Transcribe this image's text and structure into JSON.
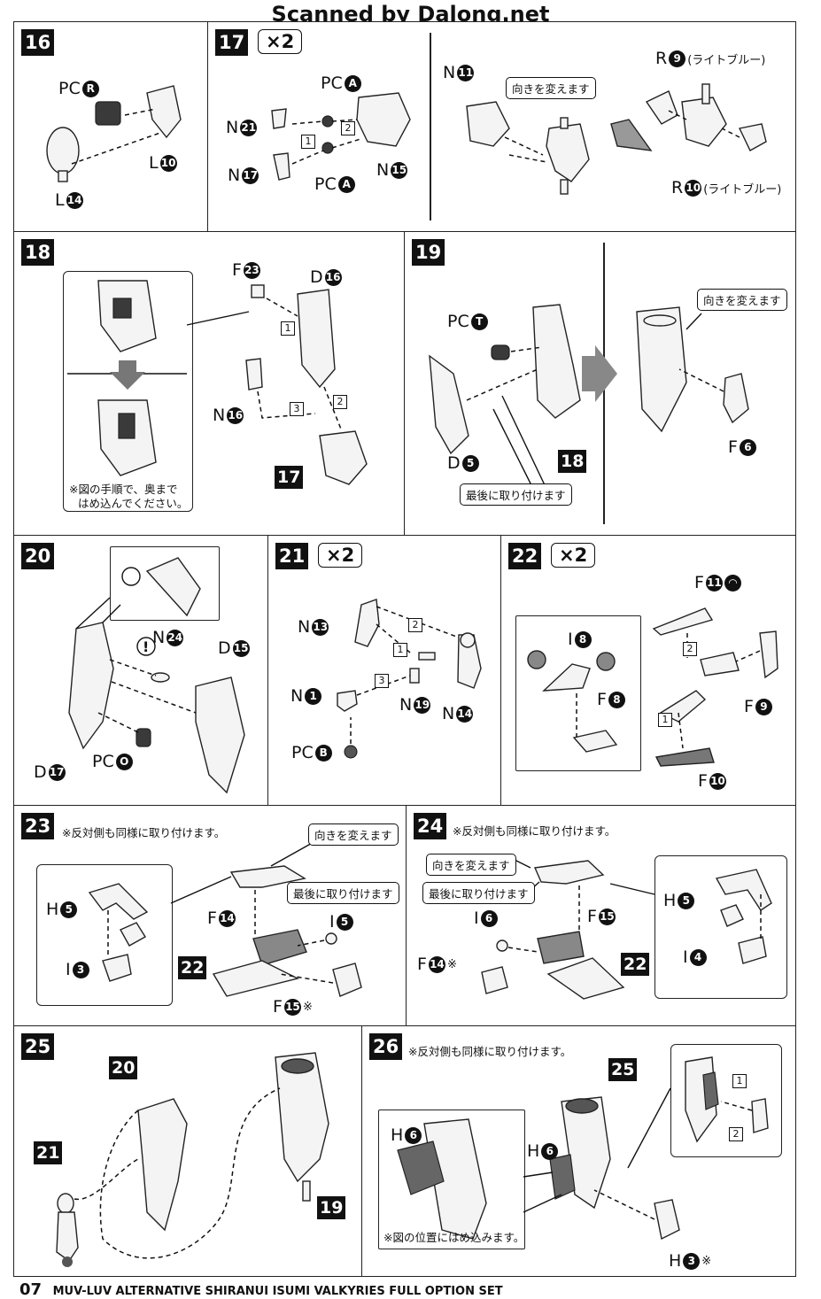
{
  "header": "Scanned by Dalong.net",
  "footer": {
    "page": "07",
    "title": "MUV-LUV ALTERNATIVE SHIRANUI ISUMI VALKYRIES FULL OPTION SET"
  },
  "callouts": {
    "turn": "向きを変えます",
    "last": "最後に取り付けます",
    "same_other": "※反対側も同様に取り付けます。",
    "step18_note_1": "※図の手順で、奥まで",
    "step18_note_2": "はめ込んでください。",
    "step26_note": "※図の位置にはめ込みます。",
    "light_blue": "(ライトブルー)"
  },
  "steps": [
    {
      "no": "16",
      "mult": "",
      "parts": [
        {
          "l": "PC",
          "n": "R"
        },
        {
          "l": "L",
          "n": "10"
        },
        {
          "l": "L",
          "n": "14"
        }
      ]
    },
    {
      "no": "17",
      "mult": "×2",
      "parts": [
        {
          "l": "PC",
          "n": "A"
        },
        {
          "l": "N",
          "n": "21"
        },
        {
          "l": "N",
          "n": "15"
        },
        {
          "l": "N",
          "n": "17"
        },
        {
          "l": "PC",
          "n": "A"
        },
        {
          "l": "N",
          "n": "11"
        },
        {
          "l": "R",
          "n": "9"
        },
        {
          "l": "R",
          "n": "10"
        }
      ]
    },
    {
      "no": "18",
      "mult": "",
      "parts": [
        {
          "l": "F",
          "n": "23"
        },
        {
          "l": "D",
          "n": "16"
        },
        {
          "l": "N",
          "n": "16"
        }
      ]
    },
    {
      "no": "19",
      "mult": "",
      "parts": [
        {
          "l": "PC",
          "n": "T"
        },
        {
          "l": "D",
          "n": "5"
        },
        {
          "l": "F",
          "n": "6"
        }
      ]
    },
    {
      "no": "20",
      "mult": "",
      "parts": [
        {
          "l": "N",
          "n": "24"
        },
        {
          "l": "D",
          "n": "15"
        },
        {
          "l": "D",
          "n": "17"
        },
        {
          "l": "PC",
          "n": "O"
        }
      ]
    },
    {
      "no": "21",
      "mult": "×2",
      "parts": [
        {
          "l": "N",
          "n": "13"
        },
        {
          "l": "N",
          "n": "1"
        },
        {
          "l": "N",
          "n": "19"
        },
        {
          "l": "N",
          "n": "14"
        },
        {
          "l": "PC",
          "n": "B"
        }
      ]
    },
    {
      "no": "22",
      "mult": "×2",
      "parts": [
        {
          "l": "F",
          "n": "11"
        },
        {
          "l": "I",
          "n": "8"
        },
        {
          "l": "F",
          "n": "8"
        },
        {
          "l": "F",
          "n": "9"
        },
        {
          "l": "F",
          "n": "10"
        }
      ]
    },
    {
      "no": "23",
      "mult": "",
      "parts": [
        {
          "l": "H",
          "n": "5"
        },
        {
          "l": "I",
          "n": "3"
        },
        {
          "l": "F",
          "n": "14"
        },
        {
          "l": "I",
          "n": "5"
        },
        {
          "l": "F",
          "n": "15"
        }
      ]
    },
    {
      "no": "24",
      "mult": "",
      "parts": [
        {
          "l": "I",
          "n": "6"
        },
        {
          "l": "F",
          "n": "15"
        },
        {
          "l": "F",
          "n": "14"
        },
        {
          "l": "H",
          "n": "5"
        },
        {
          "l": "I",
          "n": "4"
        }
      ]
    },
    {
      "no": "25",
      "mult": "",
      "parts": []
    },
    {
      "no": "26",
      "mult": "",
      "parts": [
        {
          "l": "H",
          "n": "6"
        },
        {
          "l": "H",
          "n": "6"
        },
        {
          "l": "H",
          "n": "3"
        }
      ]
    }
  ],
  "refs": {
    "r17": "17",
    "r18": "18",
    "r20": "20",
    "r21": "21",
    "r19": "19",
    "r22": "22",
    "r25": "25"
  },
  "sub_steps": {
    "a": "1",
    "b": "2",
    "c": "3"
  },
  "asterisk": "※"
}
